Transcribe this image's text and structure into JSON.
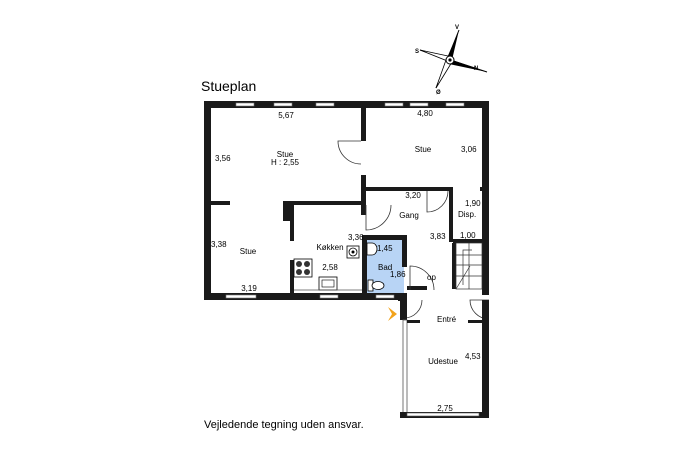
{
  "plan": {
    "title": "Stueplan",
    "disclaimer": "Vejledende tegning uden ansvar.",
    "compass": {
      "north": "N",
      "south": "S",
      "east": "Ø",
      "west": "V"
    },
    "colors": {
      "wall": "#1a1a1a",
      "bath": "#b8d4f5",
      "entry_arrow": "#f2a31b",
      "window": "#bfbfbf"
    },
    "rooms": {
      "stue_main": {
        "name": "Stue",
        "height_note": "H : 2,55",
        "width": "5,67",
        "depth": "3,56"
      },
      "stue_right": {
        "name": "Stue",
        "width": "4,80",
        "depth": "3,06"
      },
      "stue_lower": {
        "name": "Stue",
        "width": "3,19",
        "depth": "3,38"
      },
      "kitchen": {
        "name": "Køkken",
        "dim_a": "3,36",
        "dim_b": "2,58"
      },
      "gang": {
        "name": "Gang",
        "width": "3,20",
        "depth": "3,83"
      },
      "disp": {
        "name": "Disp.",
        "width": "1,00",
        "depth": "1,90"
      },
      "bath": {
        "name": "Bad",
        "width": "1,45",
        "depth": "1,86"
      },
      "stairs": {
        "label": "op"
      },
      "entre": {
        "name": "Entré"
      },
      "udestue": {
        "name": "Udestue",
        "width": "2,75",
        "depth": "4,53"
      }
    }
  }
}
